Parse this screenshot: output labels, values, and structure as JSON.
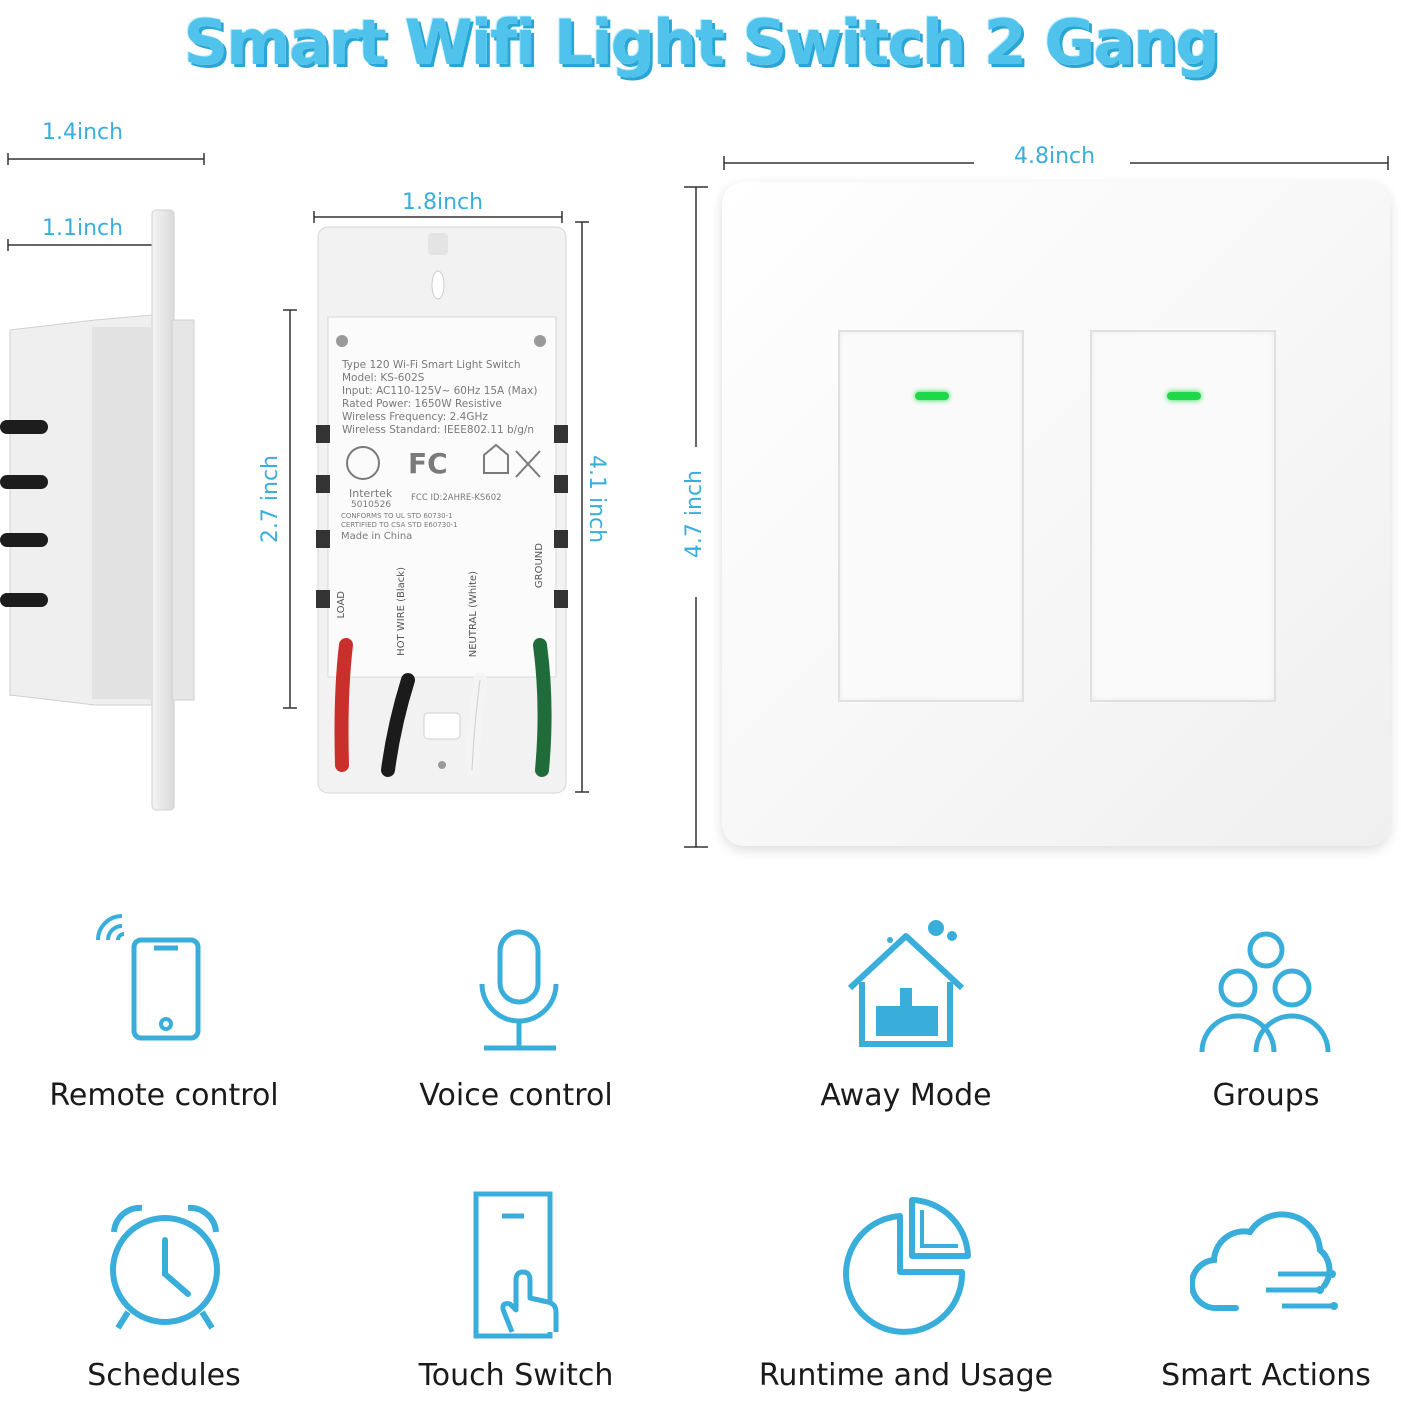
{
  "title": "Smart Wifi Light Switch 2 Gang",
  "colors": {
    "accent": "#3aaedb",
    "title": "#4fc3ec",
    "led": "#1fd84a"
  },
  "dimensions": {
    "side_depth_total": "1.4inch",
    "side_depth_body": "1.1inch",
    "back_width": "1.8inch",
    "back_height_body": "2.7 inch",
    "back_height_total": "4.1 inch",
    "plate_width": "4.8inch",
    "plate_height": "4.7 inch"
  },
  "label": {
    "lines": [
      "Type 120 Wi-Fi Smart Light Switch",
      "Model: KS-602S",
      "Input: AC110-125V~ 60Hz 15A (Max)",
      "Rated Power: 1650W   Resistive",
      "Wireless Frequency: 2.4GHz",
      "Wireless Standard: IEEE802.11 b/g/n"
    ],
    "intertek": "Intertek",
    "intertek_code": "5010526",
    "fcc_id": "FCC ID:2AHRE-KS602",
    "conform_1": "CONFORMS TO UL STD 60730-1",
    "conform_2": "CERTIFIED TO CSA STD E60730-1",
    "made_in": "Made in China",
    "fc_mark": "FC",
    "wires": [
      "LOAD",
      "HOT WIRE (Black)",
      "NEUTRAL (White)",
      "GROUND"
    ]
  },
  "features": [
    {
      "label": "Remote control",
      "icon": "phone-wifi-icon"
    },
    {
      "label": "Voice control",
      "icon": "microphone-icon"
    },
    {
      "label": "Away Mode",
      "icon": "home-icon"
    },
    {
      "label": "Groups",
      "icon": "group-icon"
    },
    {
      "label": "Schedules",
      "icon": "alarm-clock-icon"
    },
    {
      "label": "Touch Switch",
      "icon": "touch-switch-icon"
    },
    {
      "label": "Runtime and Usage",
      "icon": "pie-chart-icon"
    },
    {
      "label": "Smart Actions",
      "icon": "cloud-icon"
    }
  ]
}
